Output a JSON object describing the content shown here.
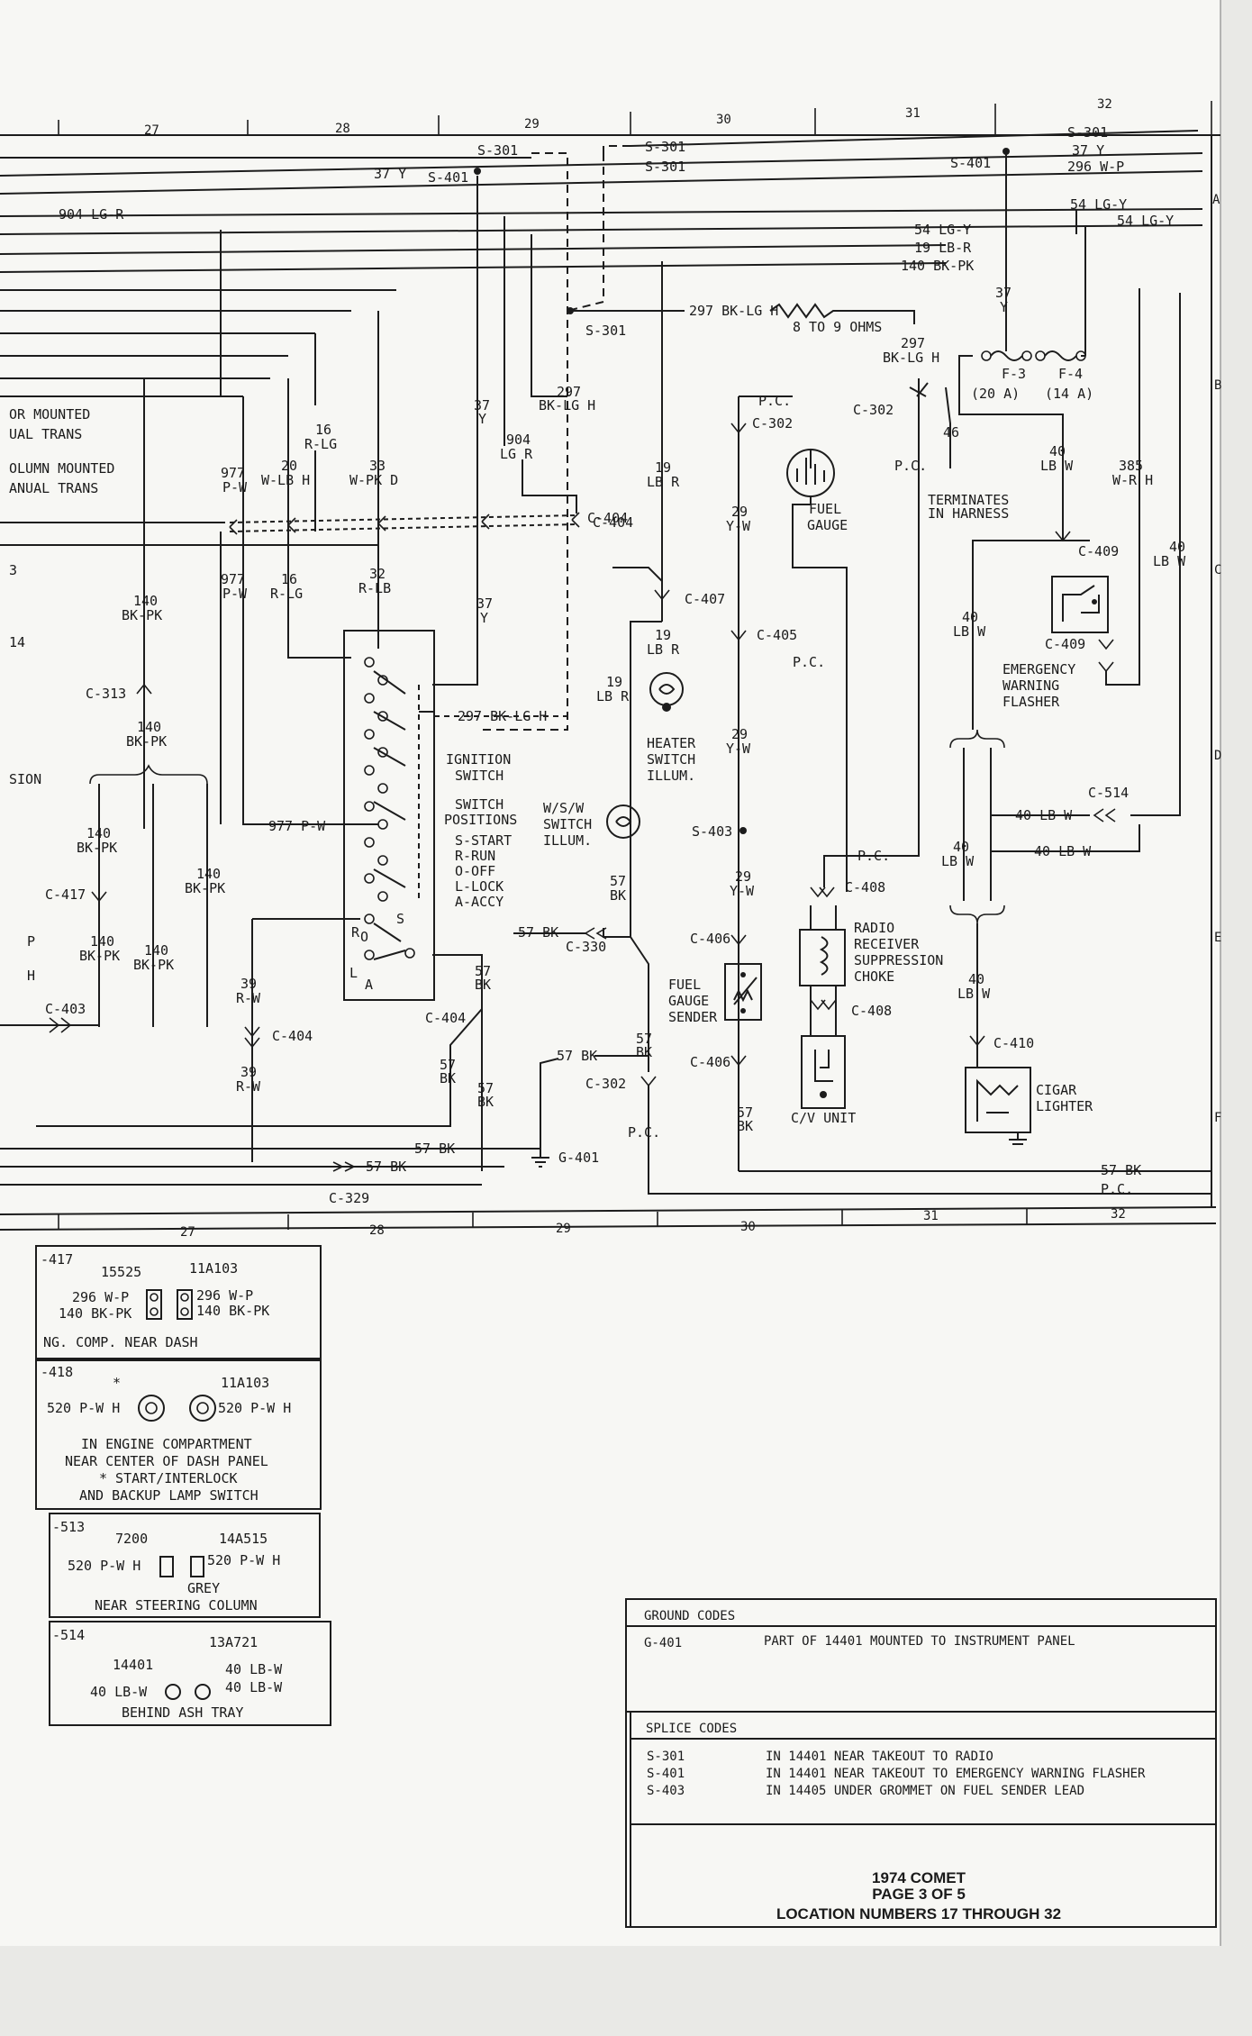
{
  "grid": {
    "top": [
      "27",
      "28",
      "29",
      "30",
      "31",
      "32"
    ],
    "bottom": [
      "27",
      "28",
      "29",
      "30",
      "31",
      "32"
    ],
    "rows": [
      "A",
      "B",
      "C",
      "D",
      "E",
      "F"
    ]
  },
  "left_labels": [
    "OR MOUNTED",
    "UAL TRANS",
    "OLUMN MOUNTED",
    "ANUAL TRANS",
    "3",
    "14",
    "SION",
    "P",
    "H"
  ],
  "wires": {
    "s301_top": "S-301",
    "s301_right": "S-301",
    "s301_mid": "S-301",
    "s301_c": "S-301",
    "w37y_top": "37 Y",
    "s401_top": "S-401",
    "s401_right": "S-401",
    "w904_lgr": "904 LG-R",
    "w37y_right": "37 Y",
    "w296": "296 W-P",
    "w54a": "54 LG-Y",
    "w54b": "54 LG-Y",
    "w54c": "54 LG-Y",
    "w19": "19 LB-R",
    "w140": "140 BK-PK",
    "w297_ohm": "297 BK-LG H",
    "ohms": "8 TO 9 OHMS",
    "w297_a": "297",
    "w297_b": "BK-LG H",
    "f3": "F-3",
    "f3a": "(20 A)",
    "f4": "F-4",
    "f4a": "(14 A)",
    "w37_fuse": "37",
    "w37_fuse_y": "Y"
  },
  "mid": {
    "or_mounted": "OR MOUNTED",
    "w297c": "297",
    "w297c2": "BK-LG H",
    "w16": "16",
    "w16b": "R-LG",
    "w37": "37",
    "w37b": "Y",
    "w904": "904",
    "w904b": "LG R",
    "w977": "977",
    "w977b": "P-W",
    "w20": "20",
    "w20b": "W-LB H",
    "w33": "33",
    "w33b": "W-PK D",
    "c404": "C-404",
    "w977c": "977",
    "w977d": "P-W",
    "w16c": "16",
    "w16d": "R-LG",
    "w32": "32",
    "w32b": "R-LB",
    "w37c": "37",
    "w37d": "Y",
    "w140a": "140",
    "w140b": "BK-PK",
    "c313": "C-313",
    "w140c": "140",
    "w140d": "BK-PK",
    "w297d": "297 BK-LG H",
    "ign1": "IGNITION",
    "ign2": "SWITCH",
    "pos1": "SWITCH",
    "pos2": "POSITIONS",
    "pos3": "S-START",
    "pos4": "R-RUN",
    "pos5": "O-OFF",
    "pos6": "L-LOCK",
    "pos7": "A-ACCY",
    "w977e": "977 P-W",
    "w140e": "140",
    "w140f": "BK-PK",
    "w140g": "140",
    "w140h": "BK-PK",
    "c417": "C-417",
    "w140i": "140",
    "w140j": "BK-PK",
    "w140k": "140",
    "w140l": "BK-PK",
    "c403": "C-403",
    "w39": "39",
    "w39b": "R-W",
    "c404b": "C-404",
    "w39c": "39",
    "w39d": "R-W",
    "w57a": "57",
    "w57ab": "BK",
    "c404c": "C-404",
    "w57c": "57",
    "w57cb": "BK",
    "w57d": "57",
    "w57db": "BK",
    "w57bk": "57 BK",
    "w57bk2": "57 BK",
    "c329": "C-329",
    "sw_s": "S",
    "sw_r": "R",
    "sw_o": "O",
    "sw_l": "L",
    "sw_a": "A"
  },
  "right": {
    "c404": "C-404",
    "w19a": "19",
    "w19b": "LB R",
    "pc1": "P.C.",
    "c302a": "C-302",
    "fuel_gauge1": "FUEL",
    "fuel_gauge2": "GAUGE",
    "c302b": "C-302",
    "w46": "46",
    "pc2": "P.C.",
    "term1": "TERMINATES",
    "term2": "IN HARNESS",
    "w40a": "40",
    "w40ab": "LB W",
    "w385": "385",
    "w385b": "W-R H",
    "c409a": "C-409",
    "w40c": "40",
    "w40cb": "LB W",
    "c409b": "C-409",
    "ew1": "EMERGENCY",
    "ew2": "WARNING",
    "ew3": "FLASHER",
    "w29a": "29",
    "w29ab": "Y-W",
    "c407": "C-407",
    "c405": "C-405",
    "w19c": "19",
    "w19cb": "LB R",
    "pc3": "P.C.",
    "heat1": "HEATER",
    "heat2": "SWITCH",
    "heat3": "ILLUM.",
    "w19d": "19",
    "w19db": "LB R",
    "w29b": "29",
    "w29bb": "Y-W",
    "wsw1": "W/S/W",
    "wsw2": "SWITCH",
    "wsw3": "ILLUM.",
    "s403": "S-403",
    "w29c": "29",
    "w29cb": "Y-W",
    "w57e": "57",
    "w57eb": "BK",
    "c330": "C-330",
    "w57bk3": "57 BK",
    "c406a": "C-406",
    "fgs1": "FUEL",
    "fgs2": "GAUGE",
    "fgs3": "SENDER",
    "c406b": "C-406",
    "w57f": "57 BK",
    "w57g": "57",
    "w57gb": "BK",
    "c302c": "C-302",
    "g401": "G-401",
    "pc4": "P.C.",
    "w57h": "57",
    "w57hb": "BK",
    "c408a": "C-408",
    "radio1": "RADIO",
    "radio2": "RECEIVER",
    "radio3": "SUPPRESSION",
    "radio4": "CHOKE",
    "c408b": "C-408",
    "cv": "C/V UNIT",
    "pc5": "P.C.",
    "w40d": "40",
    "w40db": "LB W",
    "c514": "C-514",
    "w40e": "40 LB W",
    "w40f": "40 LB W",
    "w40g": "40",
    "w40gb": "LB W",
    "w40h": "40",
    "w40hb": "LB W",
    "c410": "C-410",
    "cig1": "CIGAR",
    "cig2": "LIGHTER",
    "w57bk_r": "57 BK",
    "pc_r": "P.C."
  },
  "connectors": [
    {
      "code": "-417",
      "a": "15525",
      "b": "11A103",
      "l1": "296 W-P",
      "r1": "296 W-P",
      "l2": "140 BK-PK",
      "r2": "140 BK-PK",
      "loc": "NG. COMP. NEAR DASH"
    },
    {
      "code": "-418",
      "b": "11A103",
      "l1": "520 P-W H",
      "r1": "520 P-W H",
      "loc1": "IN ENGINE COMPARTMENT",
      "loc2": "NEAR CENTER OF DASH PANEL",
      "loc3": "* START/INTERLOCK",
      "loc4": "AND BACKUP LAMP SWITCH",
      "star": "*"
    },
    {
      "code": "-513",
      "a": "7200",
      "b": "14A515",
      "l1": "520 P-W H",
      "r1": "520 P-W H",
      "grey": "GREY",
      "loc": "NEAR STEERING COLUMN"
    },
    {
      "code": "-514",
      "a": "14401",
      "b": "13A721",
      "l1": "40 LB-W",
      "r1": "40 LB-W",
      "r2": "40 LB-W",
      "loc": "BEHIND ASH TRAY"
    }
  ],
  "codes": {
    "ground_title": "GROUND CODES",
    "ground": [
      {
        "code": "G-401",
        "desc": "PART OF 14401 MOUNTED TO INSTRUMENT PANEL"
      }
    ],
    "splice_title": "SPLICE  CODES",
    "splice": [
      {
        "code": "S-301",
        "desc": "IN 14401 NEAR TAKEOUT TO RADIO"
      },
      {
        "code": "S-401",
        "desc": "IN 14401 NEAR TAKEOUT TO EMERGENCY WARNING FLASHER"
      },
      {
        "code": "S-403",
        "desc": "IN 14405 UNDER GROMMET ON FUEL SENDER LEAD"
      }
    ]
  },
  "title_block": {
    "line1": "1974 COMET",
    "line2": "PAGE 3 OF 5",
    "line3": "LOCATION NUMBERS 17 THROUGH 32"
  }
}
